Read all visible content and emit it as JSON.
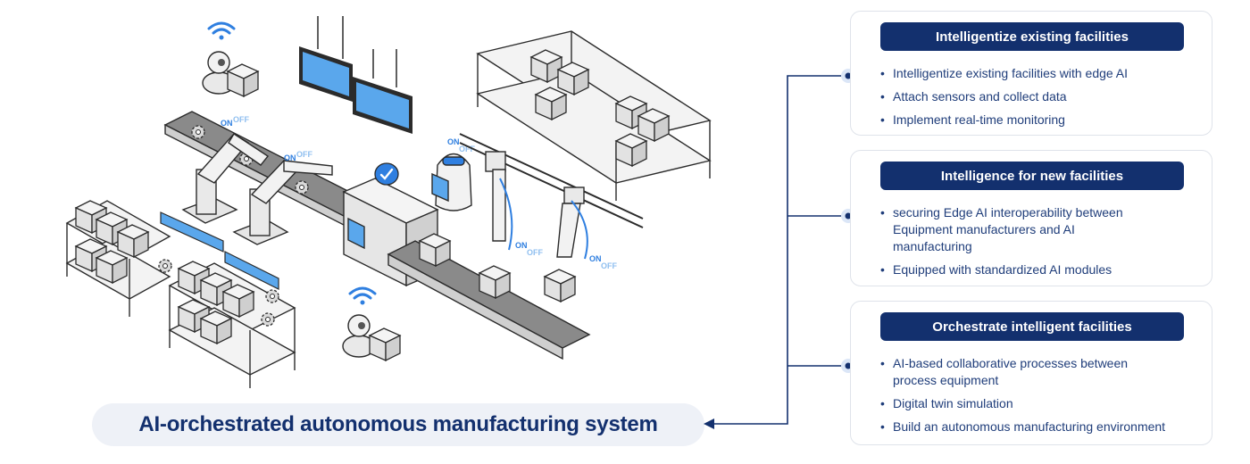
{
  "main_label": "AI-orchestrated autonomous manufacturing system",
  "toggle": {
    "on": "ON",
    "off": "OFF"
  },
  "cards": [
    {
      "title": "Intelligentize existing facilities",
      "items": [
        "Intelligentize existing facilities with edge AI",
        "Attach sensors and collect data",
        "Implement real-time monitoring"
      ]
    },
    {
      "title": "Intelligence for new facilities",
      "items": [
        "securing Edge AI interoperability between Equipment manufacturers and AI manufacturing",
        "Equipped with standardized AI modules"
      ]
    },
    {
      "title": "Orchestrate intelligent facilities",
      "items": [
        "AI-based collaborative processes between process equipment",
        "Digital twin simulation",
        "Build an autonomous manufacturing environment"
      ]
    }
  ],
  "colors": {
    "navy": "#13306e",
    "accent_blue": "#2f7fe0",
    "pill_bg": "#eef1f7"
  },
  "icons": [
    "wifi-icon",
    "security-camera-icon",
    "robot-arm-icon",
    "conveyor-belt-icon",
    "display-monitor-icon",
    "storage-shelf-icon",
    "service-robot-icon",
    "gear-icon",
    "check-badge-icon"
  ]
}
